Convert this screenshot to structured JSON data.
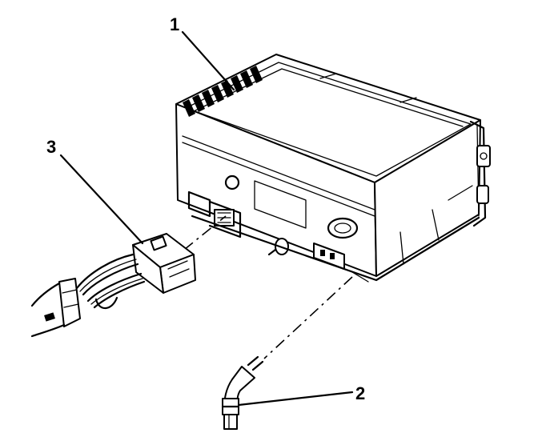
{
  "callouts": {
    "c1": "1",
    "c2": "2",
    "c3": "3"
  },
  "parts": {
    "p1": "radio-receiver-icon",
    "p2": "antenna-cable-icon",
    "p3": "wiring-harness-connector-icon"
  }
}
